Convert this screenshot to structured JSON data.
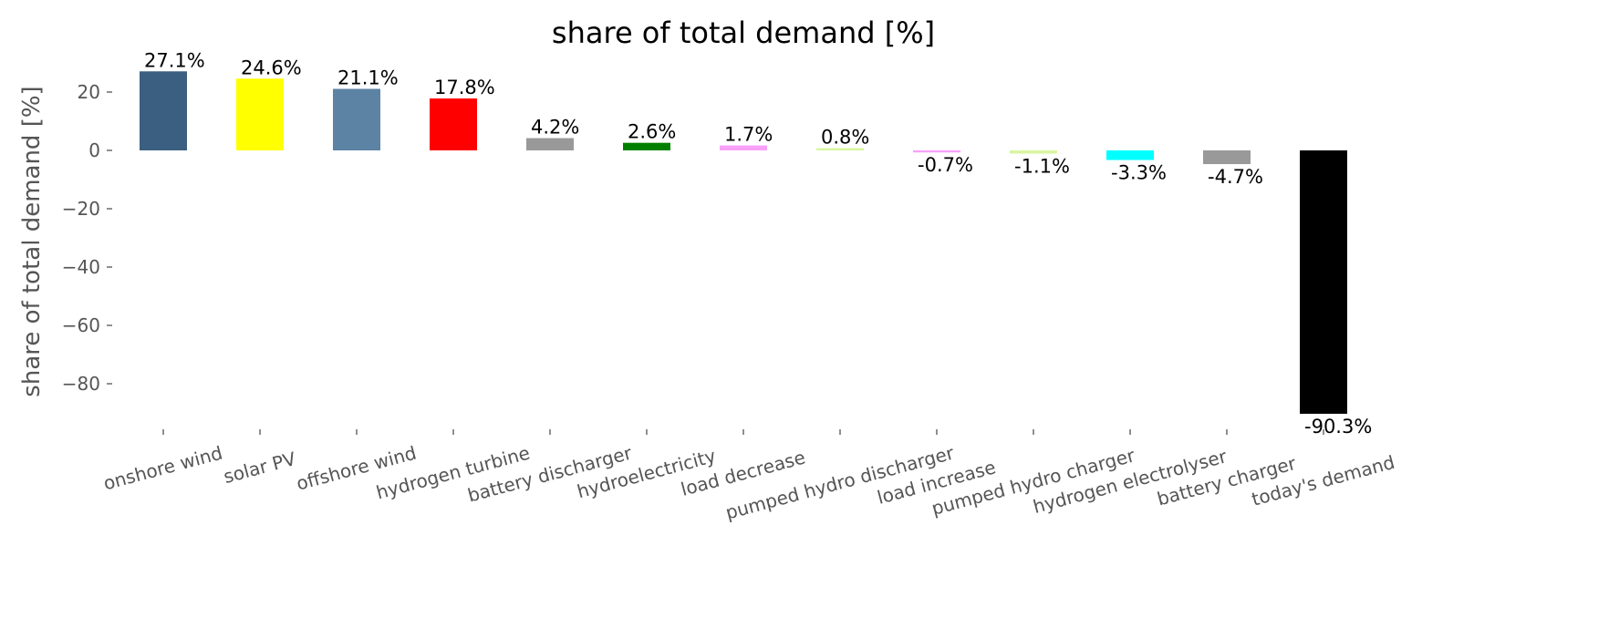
{
  "chart_data": {
    "type": "bar",
    "title": "share of total demand [%]",
    "xlabel": "",
    "ylabel": "share of total demand [%]",
    "ylim": [
      -97,
      37
    ],
    "yticks": [
      20,
      0,
      -20,
      -40,
      -60,
      -80
    ],
    "grid": false,
    "categories": [
      "onshore wind",
      "solar PV",
      "offshore wind",
      "hydrogen turbine",
      "battery discharger",
      "hydroelectricity",
      "load decrease",
      "pumped hydro discharger",
      "load increase",
      "pumped hydro charger",
      "hydrogen electrolyser",
      "battery charger",
      "today's demand"
    ],
    "values": [
      27.1,
      24.6,
      21.1,
      17.8,
      4.2,
      2.6,
      1.7,
      0.8,
      -0.7,
      -1.1,
      -3.3,
      -4.7,
      -90.3
    ],
    "data_labels": [
      "27.1%",
      "24.6%",
      "21.1%",
      "17.8%",
      "4.2%",
      "2.6%",
      "1.7%",
      "0.8%",
      "-0.7%",
      "-1.1%",
      "-3.3%",
      "-4.7%",
      "-90.3%"
    ],
    "colors": [
      "#3b5f80",
      "#ffff00",
      "#5c83a4",
      "#ff0000",
      "#999999",
      "#008000",
      "#f9a0f9",
      "#d8f5a2",
      "#f9a0f9",
      "#d8f5a2",
      "#00ffff",
      "#999999",
      "#000000"
    ]
  }
}
